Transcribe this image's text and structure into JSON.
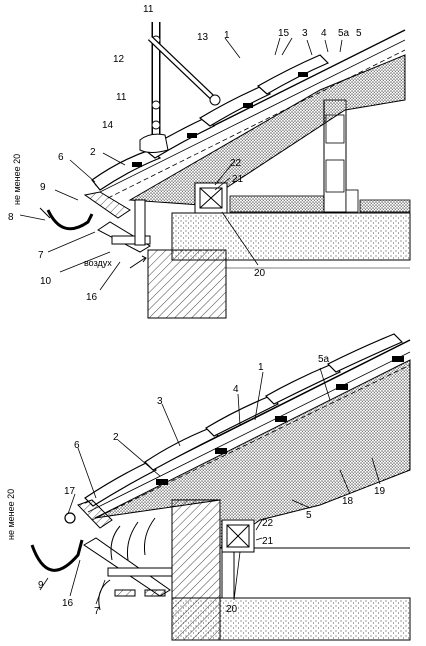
{
  "top_figure": {
    "labels": {
      "l1": "1",
      "l2": "2",
      "l3": "3",
      "l4": "4",
      "l5": "5",
      "l5a": "5а",
      "l6": "6",
      "l7": "7",
      "l8": "8",
      "l9": "9",
      "l10": "10",
      "l11a": "11",
      "l11b": "11",
      "l12": "12",
      "l13": "13",
      "l14": "14",
      "l15": "15",
      "l16": "16",
      "l20": "20",
      "l21": "21",
      "l22": "22"
    },
    "min_note": "не менее 20",
    "air_label": "воздух"
  },
  "bottom_figure": {
    "labels": {
      "l1": "1",
      "l2": "2",
      "l3": "3",
      "l4": "4",
      "l5": "5",
      "l5a": "5а",
      "l6": "6",
      "l7": "7",
      "l9": "9",
      "l16": "16",
      "l17": "17",
      "l18": "18",
      "l19": "19",
      "l20": "20",
      "l21": "21",
      "l22": "22"
    },
    "min_note": "не менее 20"
  }
}
